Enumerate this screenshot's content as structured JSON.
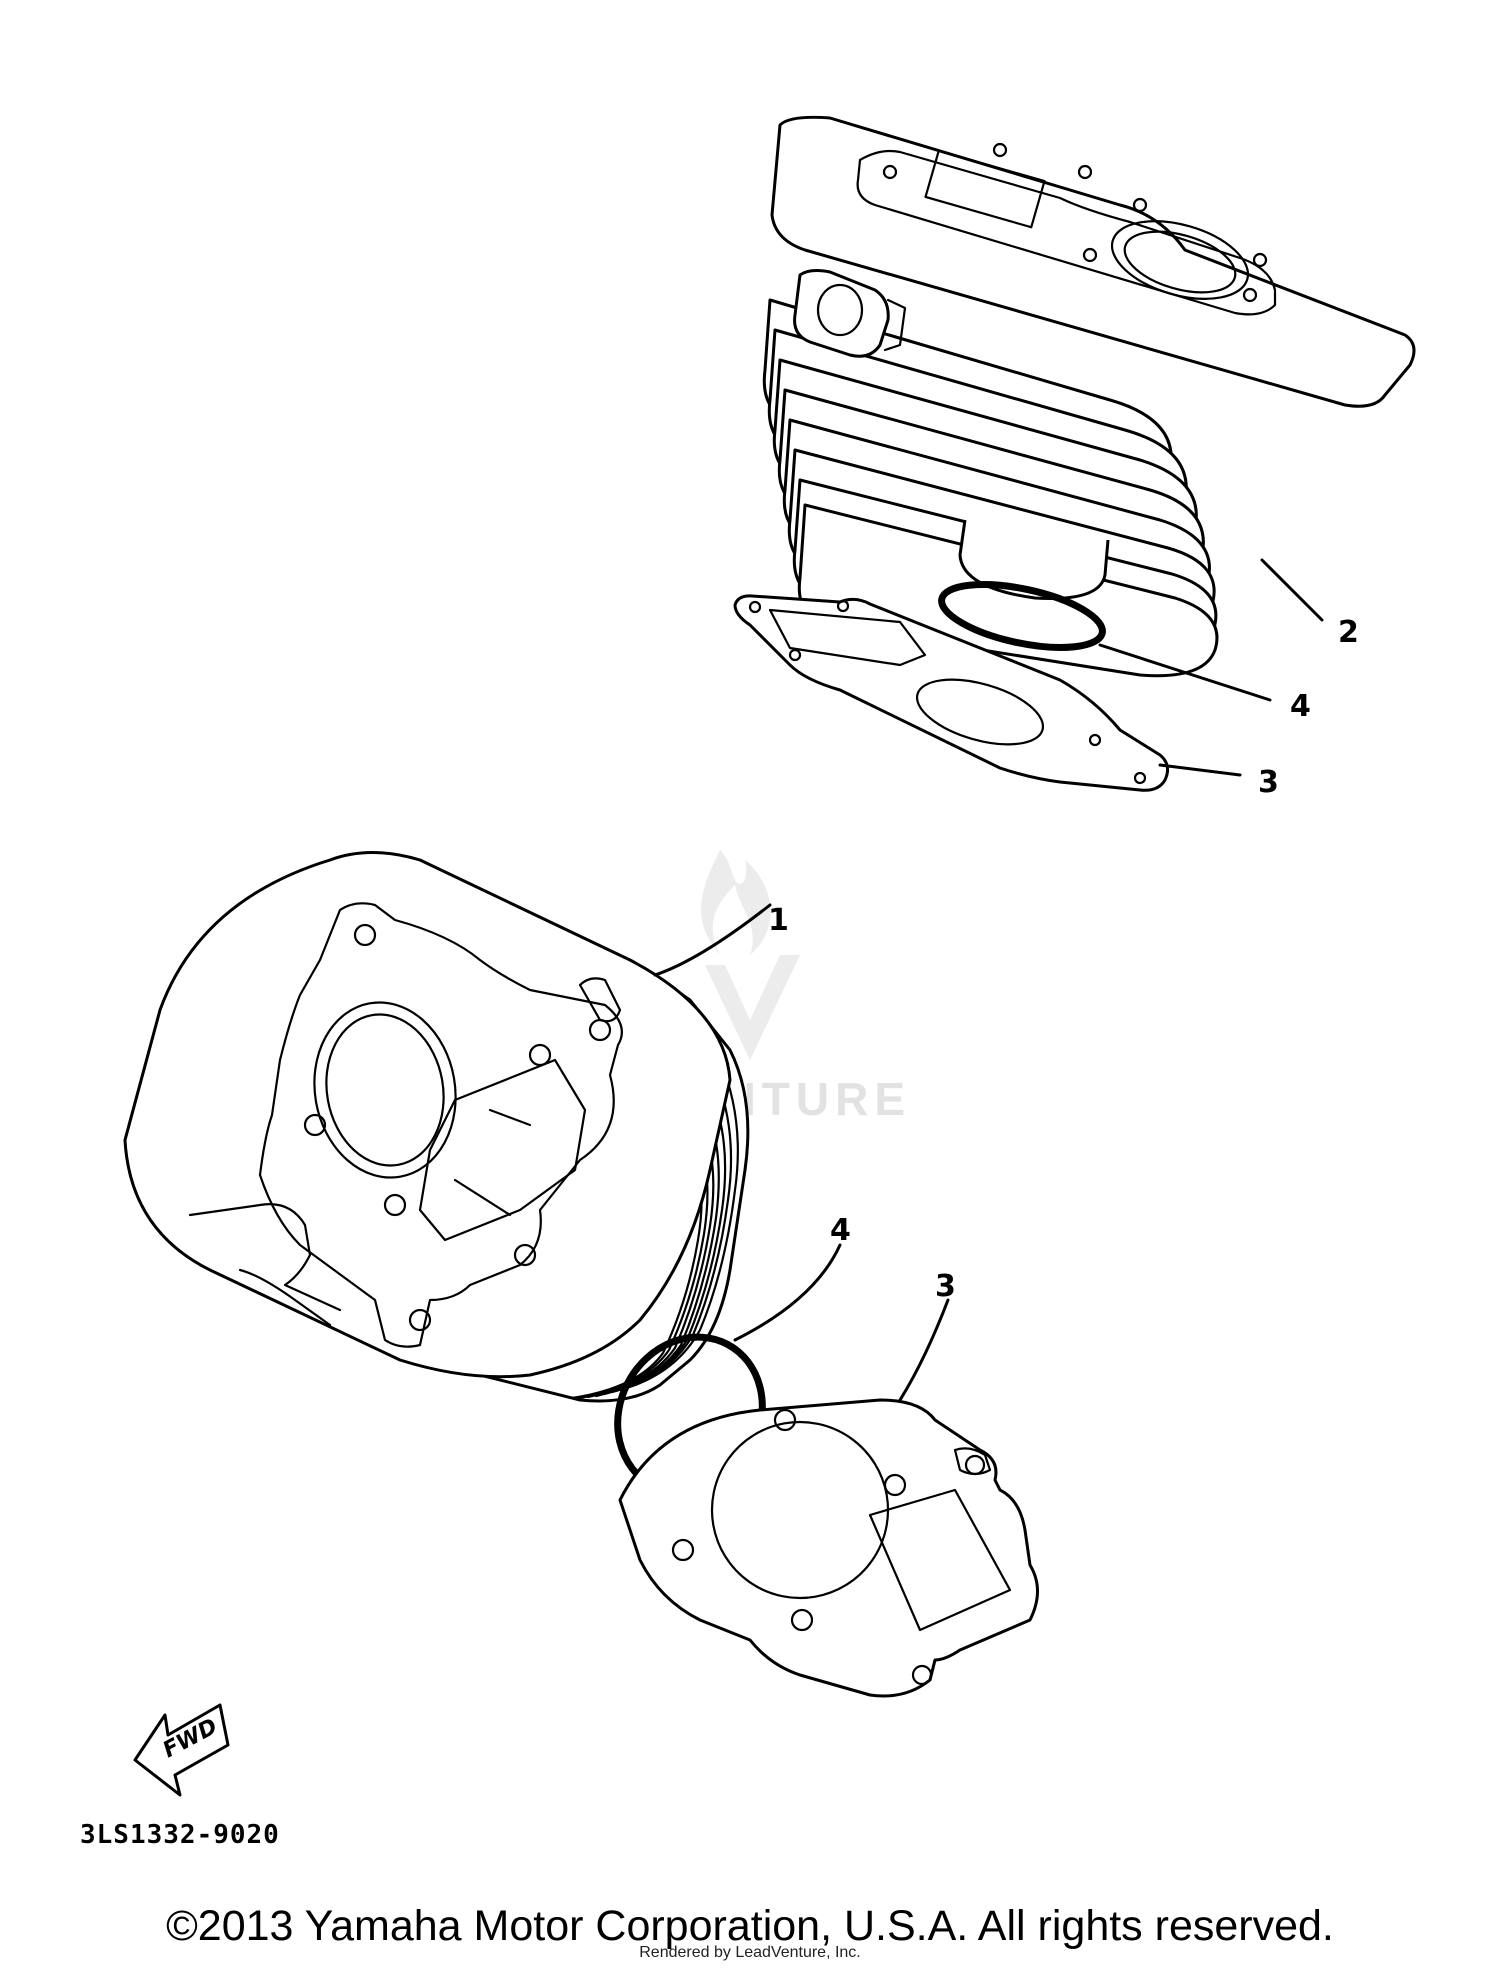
{
  "diagram": {
    "callouts": {
      "upper_cylinder": "2",
      "upper_o_ring": "4",
      "upper_gasket": "3",
      "lower_cylinder": "1",
      "lower_o_ring": "4",
      "lower_gasket": "3"
    },
    "fwd_label": "FWD",
    "part_code": "3LS1332-9020",
    "watermark": "LEADVENTURE"
  },
  "footer": {
    "copyright": "©2013 Yamaha Motor Corporation, U.S.A. All rights reserved.",
    "rendered_by": "Rendered by LeadVenture, Inc."
  }
}
